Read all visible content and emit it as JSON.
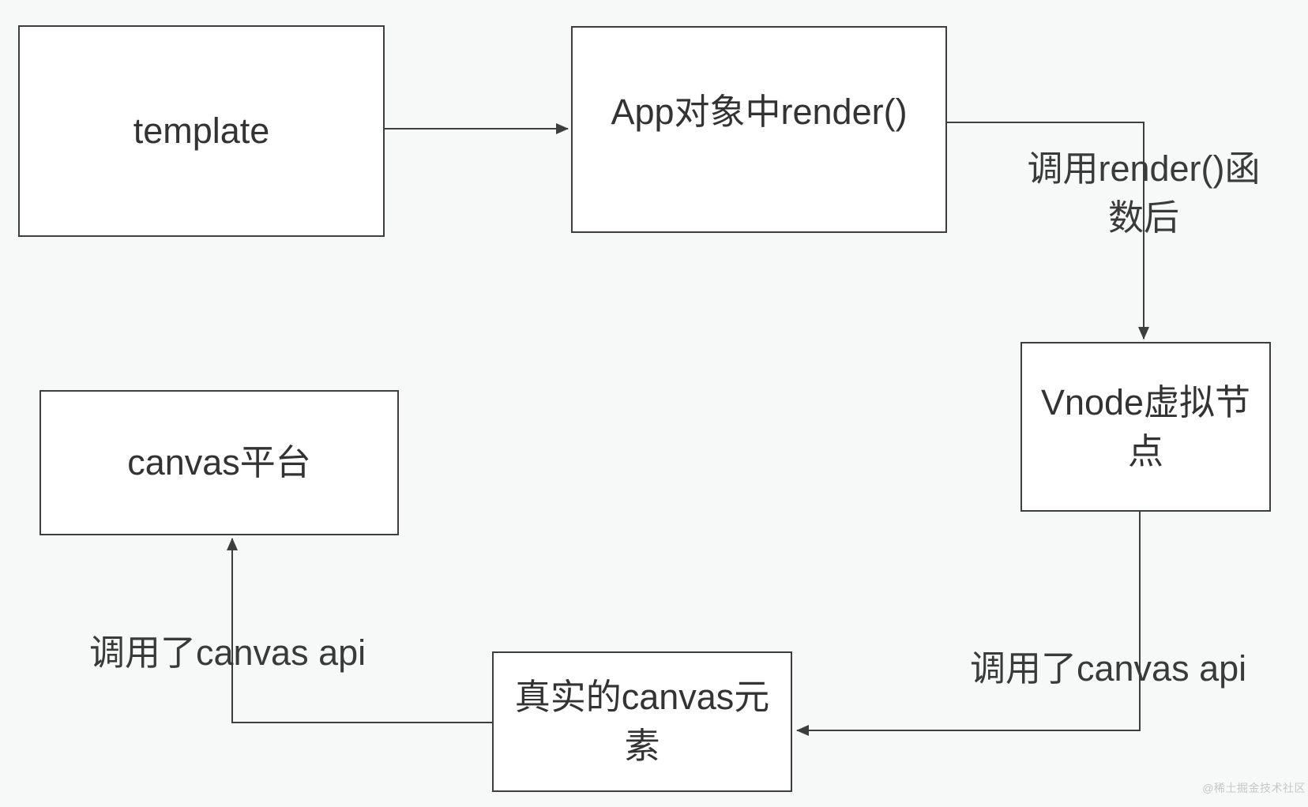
{
  "page": {
    "background": "#f7f8f8",
    "watermark": "@稀土掘金技术社区"
  },
  "diagram": {
    "type": "flowchart",
    "line_color": "#3e3e3e",
    "node_fill": "#ffffff",
    "text_color": "#333333",
    "nodes": [
      {
        "id": "template",
        "label": "template"
      },
      {
        "id": "app-render",
        "label": "App对象中render()"
      },
      {
        "id": "vnode",
        "label": "Vnode虚拟节\n点"
      },
      {
        "id": "canvas-platform",
        "label": "canvas平台"
      },
      {
        "id": "real-canvas",
        "label": "真实的canvas元\n素"
      }
    ],
    "edges": [
      {
        "from": "template",
        "to": "app-render",
        "label": ""
      },
      {
        "from": "app-render",
        "to": "vnode",
        "label": "调用render()函\n数后"
      },
      {
        "from": "vnode",
        "to": "real-canvas",
        "label": "调用了canvas api"
      },
      {
        "from": "real-canvas",
        "to": "canvas-platform",
        "label": "调用了canvas api"
      }
    ]
  }
}
